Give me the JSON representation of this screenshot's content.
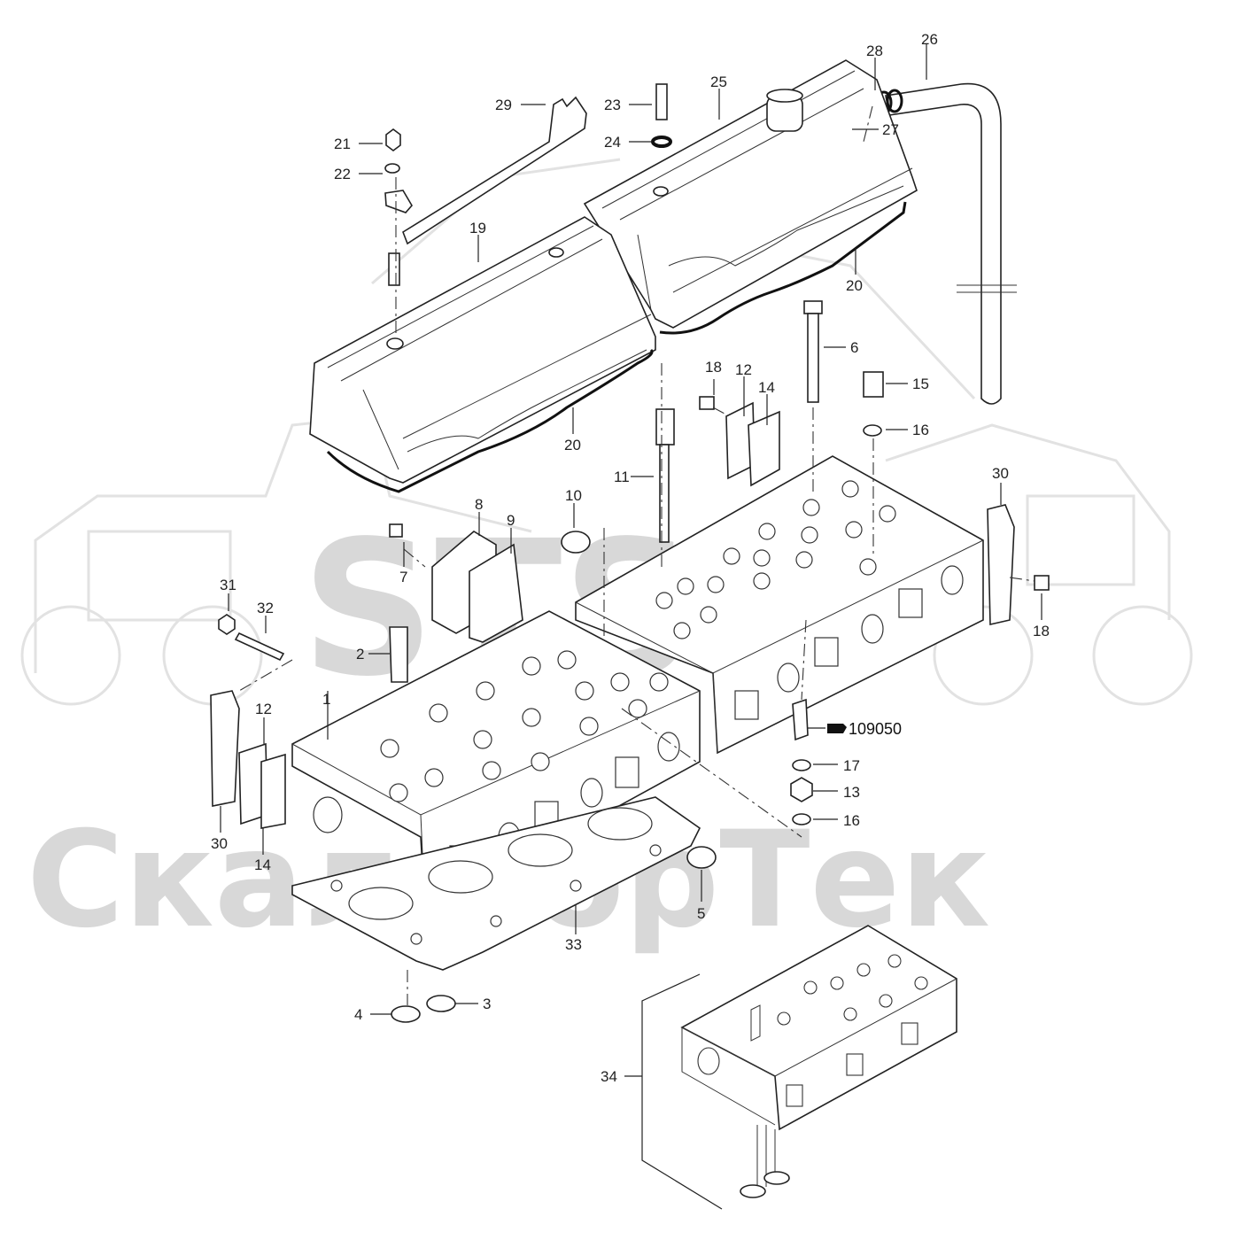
{
  "watermark": {
    "logo_text": "STS",
    "company_text": "СкалфорТек",
    "color": "#d8d8d8"
  },
  "reference": {
    "text": "109050",
    "icon": "pointing-hand-icon"
  },
  "callouts": [
    {
      "id": "c26",
      "label": "26"
    },
    {
      "id": "c28",
      "label": "28"
    },
    {
      "id": "c25",
      "label": "25"
    },
    {
      "id": "c27",
      "label": "27"
    },
    {
      "id": "c29",
      "label": "29"
    },
    {
      "id": "c23",
      "label": "23"
    },
    {
      "id": "c24",
      "label": "24"
    },
    {
      "id": "c21",
      "label": "21"
    },
    {
      "id": "c22",
      "label": "22"
    },
    {
      "id": "c19",
      "label": "19"
    },
    {
      "id": "c20a",
      "label": "20"
    },
    {
      "id": "c20b",
      "label": "20"
    },
    {
      "id": "c6",
      "label": "6"
    },
    {
      "id": "c18a",
      "label": "18"
    },
    {
      "id": "c12a",
      "label": "12"
    },
    {
      "id": "c14a",
      "label": "14"
    },
    {
      "id": "c15",
      "label": "15"
    },
    {
      "id": "c16a",
      "label": "16"
    },
    {
      "id": "c11",
      "label": "11"
    },
    {
      "id": "c10",
      "label": "10"
    },
    {
      "id": "c8",
      "label": "8"
    },
    {
      "id": "c9",
      "label": "9"
    },
    {
      "id": "c7",
      "label": "7"
    },
    {
      "id": "c30a",
      "label": "30"
    },
    {
      "id": "c18b",
      "label": "18"
    },
    {
      "id": "c31",
      "label": "31"
    },
    {
      "id": "c32",
      "label": "32"
    },
    {
      "id": "c2",
      "label": "2"
    },
    {
      "id": "c1",
      "label": "1"
    },
    {
      "id": "c12b",
      "label": "12"
    },
    {
      "id": "c30b",
      "label": "30"
    },
    {
      "id": "c14b",
      "label": "14"
    },
    {
      "id": "c17",
      "label": "17"
    },
    {
      "id": "c13",
      "label": "13"
    },
    {
      "id": "c16b",
      "label": "16"
    },
    {
      "id": "c5",
      "label": "5"
    },
    {
      "id": "c33",
      "label": "33"
    },
    {
      "id": "c4",
      "label": "4"
    },
    {
      "id": "c3",
      "label": "3"
    },
    {
      "id": "c34",
      "label": "34"
    }
  ]
}
